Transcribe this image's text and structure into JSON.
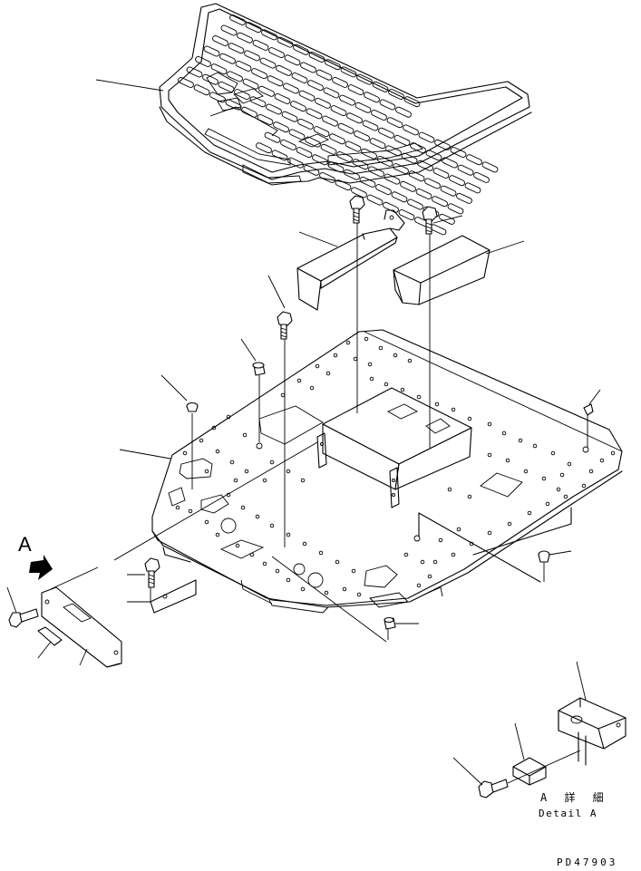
{
  "view_label": "A",
  "detail": {
    "japanese": "A 詳 細",
    "english": "Detail A"
  },
  "drawing_number": "PD47903",
  "colors": {
    "line": "#000000",
    "background": "#ffffff"
  }
}
